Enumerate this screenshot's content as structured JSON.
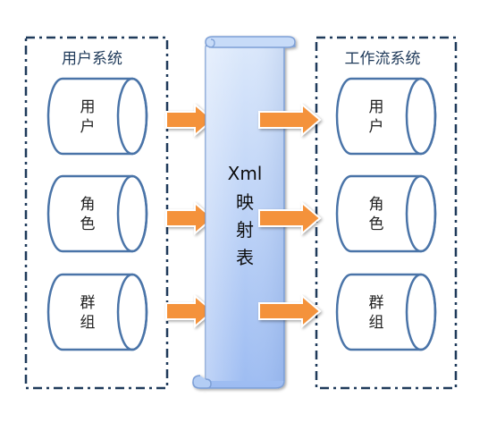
{
  "left_group": {
    "title": "用户系统",
    "items": [
      {
        "line1": "用",
        "line2": "户"
      },
      {
        "line1": "角",
        "line2": "色"
      },
      {
        "line1": "群",
        "line2": "组"
      }
    ]
  },
  "mapping": {
    "line1": "Xml",
    "line2": "映",
    "line3": "射",
    "line4": "表"
  },
  "right_group": {
    "title": "工作流系统",
    "items": [
      {
        "line1": "用",
        "line2": "户"
      },
      {
        "line1": "角",
        "line2": "色"
      },
      {
        "line1": "群",
        "line2": "组"
      }
    ]
  },
  "colors": {
    "group_border": "#1f3a5a",
    "cylinder_stroke": "#4a74a8",
    "cylinder_fill": "#ffffff",
    "scroll_fill_top": "#dbe8fb",
    "scroll_fill_bottom": "#9dbcf2",
    "scroll_stroke": "#7d9fd6",
    "arrow_fill": "#f4923a",
    "arrow_stroke": "#ffffff",
    "title_text": "#1f3a5a",
    "item_text": "#222222"
  }
}
